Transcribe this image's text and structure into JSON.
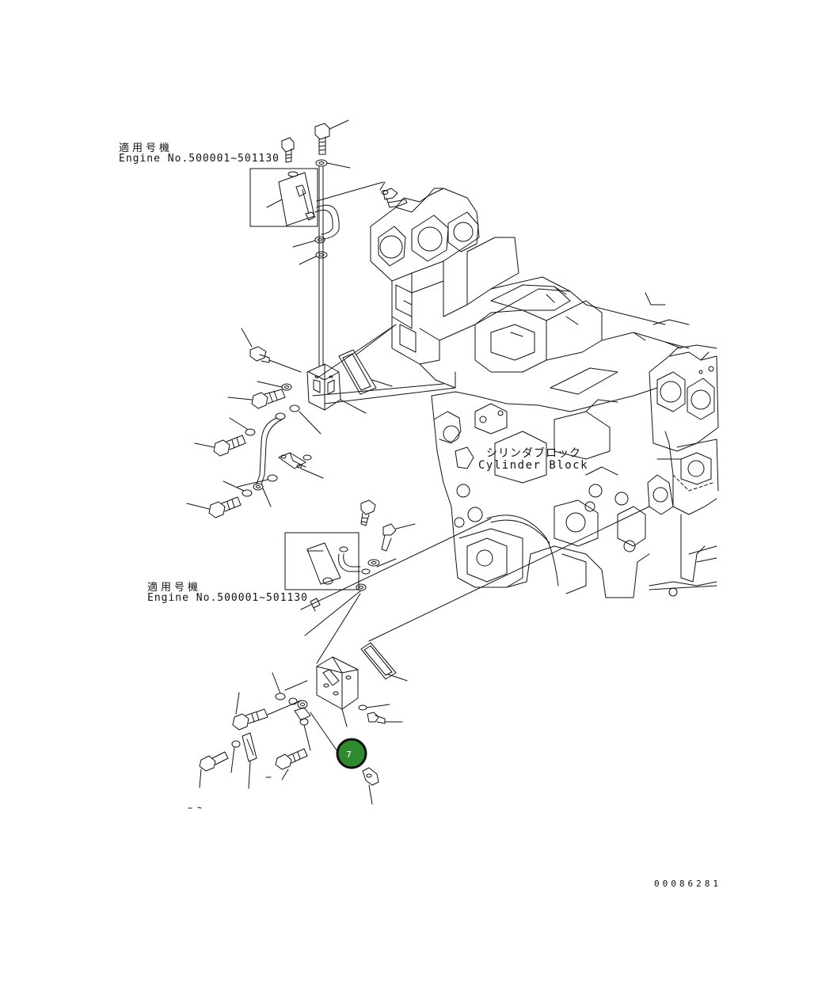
{
  "notes": {
    "upper_jp": "適用号機",
    "upper_en": "Engine No.500001~501130",
    "lower_jp": "適用号機",
    "lower_en": "Engine No.500001~501130"
  },
  "cylinder_block": {
    "label_jp": "シリンダブロック",
    "label_en": "Cylinder Block"
  },
  "callout": {
    "number": "7",
    "fill_color": "#2f8a2f",
    "ring_color": "#111111"
  },
  "drawing_number": "00086281",
  "line_color": "#111111"
}
